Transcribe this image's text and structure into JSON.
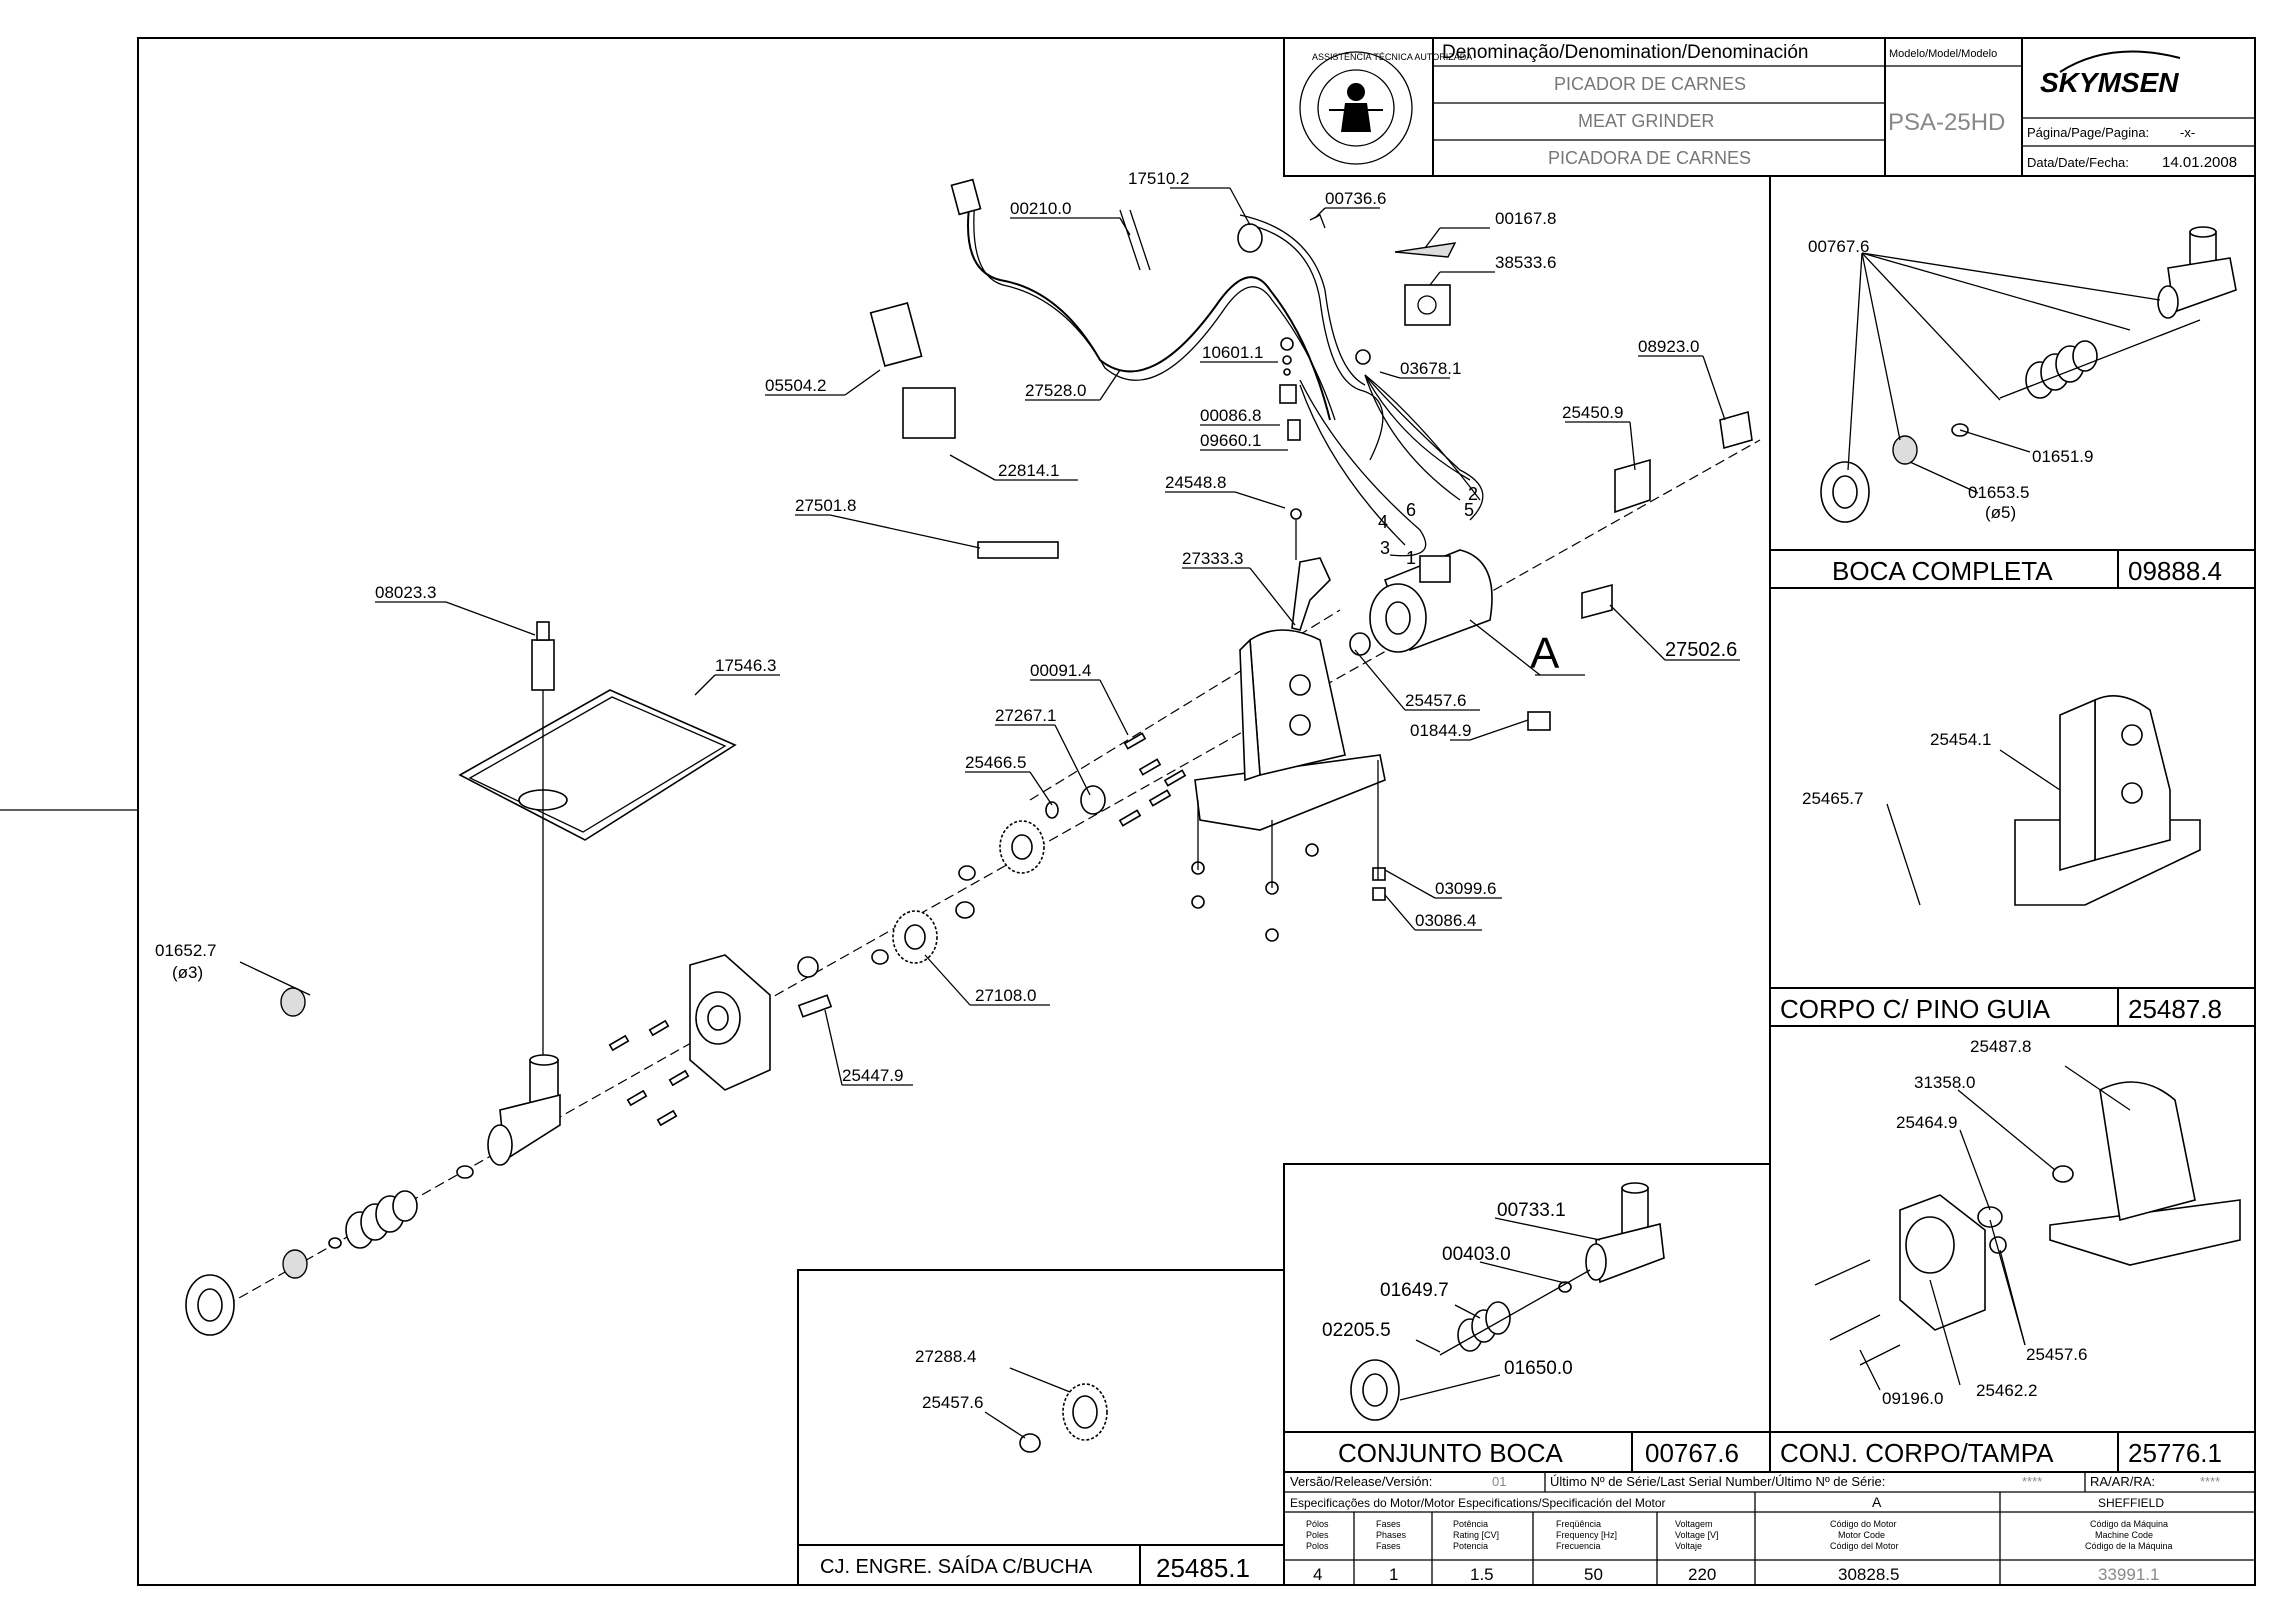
{
  "title_block": {
    "denomination_header": "Denominação/Denomination/Denominación",
    "model_header": "Modelo/Model/Modelo",
    "name_pt": "PICADOR DE CARNES",
    "name_en": "MEAT GRINDER",
    "name_es": "PICADORA DE CARNES",
    "model": "PSA-25HD",
    "brand": "SKYMSEN",
    "page_label": "Página/Page/Pagina:",
    "page_value": "-x-",
    "date_label": "Data/Date/Fecha:",
    "date_value": "14.01.2008",
    "seal_text": "ASSISTÊNCIA TÉCNICA AUTORIZADA"
  },
  "callouts": [
    {
      "id": "c1",
      "text": "00210.0"
    },
    {
      "id": "c2",
      "text": "17510.2"
    },
    {
      "id": "c3",
      "text": "00736.6"
    },
    {
      "id": "c4",
      "text": "00167.8"
    },
    {
      "id": "c5",
      "text": "38533.6"
    },
    {
      "id": "c6",
      "text": "05504.2"
    },
    {
      "id": "c7",
      "text": "27528.0"
    },
    {
      "id": "c8",
      "text": "10601.1"
    },
    {
      "id": "c9",
      "text": "03678.1"
    },
    {
      "id": "c10",
      "text": "00086.8"
    },
    {
      "id": "c11",
      "text": "09660.1"
    },
    {
      "id": "c12",
      "text": "22814.1"
    },
    {
      "id": "c13",
      "text": "08923.0"
    },
    {
      "id": "c14",
      "text": "25450.9"
    },
    {
      "id": "c15",
      "text": "27501.8"
    },
    {
      "id": "c16",
      "text": "24548.8"
    },
    {
      "id": "c17",
      "text": "27333.3"
    },
    {
      "id": "c18",
      "text": "08023.3"
    },
    {
      "id": "c19",
      "text": "17546.3"
    },
    {
      "id": "c20",
      "text": "00091.4"
    },
    {
      "id": "c21",
      "text": "27267.1"
    },
    {
      "id": "c22",
      "text": "25466.5"
    },
    {
      "id": "c23",
      "text": "25457.6"
    },
    {
      "id": "c24",
      "text": "01844.9"
    },
    {
      "id": "c25",
      "text": "27502.6"
    },
    {
      "id": "c26",
      "text": "03099.6"
    },
    {
      "id": "c27",
      "text": "03086.4"
    },
    {
      "id": "c28",
      "text": "27108.0"
    },
    {
      "id": "c29",
      "text": "01652.7"
    },
    {
      "id": "c30",
      "text": "(ø3)"
    },
    {
      "id": "c31",
      "text": "25447.9"
    },
    {
      "id": "c32",
      "text": "A"
    }
  ],
  "wire_numbers": [
    "1",
    "2",
    "3",
    "4",
    "5",
    "6"
  ],
  "panels": {
    "boca_completa": {
      "title": "BOCA COMPLETA",
      "code": "09888.4",
      "labels": [
        "00767.6",
        "01651.9",
        "01653.5",
        "(ø5)"
      ]
    },
    "corpo_pino": {
      "title": "CORPO C/ PINO GUIA",
      "code": "25487.8",
      "labels": [
        "25454.1",
        "25465.7"
      ]
    },
    "corpo_tampa": {
      "title": "CONJ. CORPO/TAMPA",
      "code": "25776.1",
      "labels": [
        "25487.8",
        "31358.0",
        "25464.9",
        "25457.6",
        "25462.2",
        "09196.0"
      ]
    },
    "conjunto_boca": {
      "title": "CONJUNTO BOCA",
      "code": "00767.6",
      "labels": [
        "00733.1",
        "00403.0",
        "01649.7",
        "02205.5",
        "01650.0"
      ]
    },
    "engrenagem": {
      "title": "CJ. ENGRE. SAÍDA C/BUCHA",
      "code": "25485.1",
      "labels": [
        "27288.4",
        "25457.6"
      ]
    }
  },
  "spec": {
    "version_label": "Versão/Release/Versión:",
    "version_value": "01",
    "serial_label": "Último Nº de Série/Last Serial Number/Último Nº de Série:",
    "serial_value": "****",
    "ra_label": "RA/AR/RA:",
    "ra_value": "****",
    "motor_spec_label": "Especificações do Motor/Motor Especifications/Specificación del Motor",
    "motor_letter": "A",
    "city": "SHEFFIELD",
    "columns": [
      {
        "h1": "Pólos",
        "h2": "Poles",
        "h3": "Polos",
        "value": "4"
      },
      {
        "h1": "Fases",
        "h2": "Phases",
        "h3": "Fases",
        "value": "1"
      },
      {
        "h1": "Potência",
        "h2": "Rating [CV]",
        "h3": "Potencia",
        "value": "1.5"
      },
      {
        "h1": "Freqüência",
        "h2": "Frequency [Hz]",
        "h3": "Frecuencia",
        "value": "50"
      },
      {
        "h1": "Voltagem",
        "h2": "Voltage [V]",
        "h3": "Voltaje",
        "value": "220"
      }
    ],
    "motor_code": {
      "h1": "Código do Motor",
      "h2": "Motor Code",
      "h3": "Código del Motor",
      "value": "30828.5"
    },
    "machine_code": {
      "h1": "Código da Máquina",
      "h2": "Machine Code",
      "h3": "Código de la Máquina",
      "value": "33991.1"
    }
  }
}
